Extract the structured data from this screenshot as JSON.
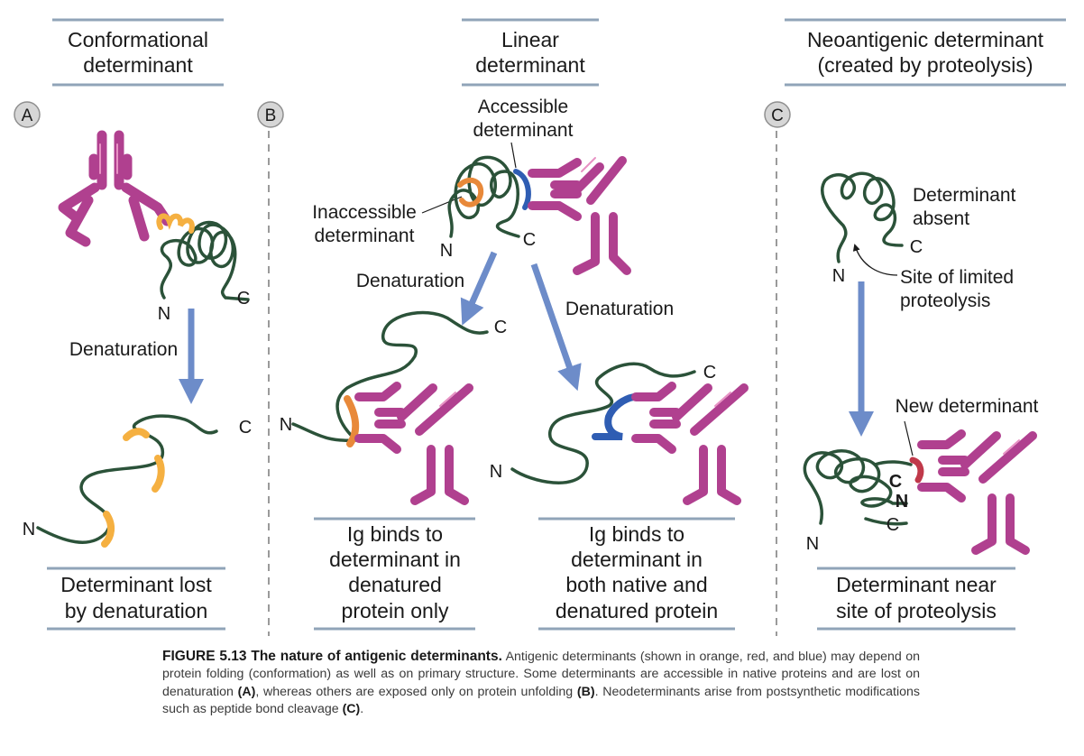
{
  "colors": {
    "antibody": "#b0408f",
    "antibody_highlight": "#e892c4",
    "protein_chain": "#2b5239",
    "determinant_orange": "#e8893a",
    "determinant_yellow": "#f5b041",
    "determinant_blue": "#2f5db3",
    "determinant_red": "#c0394a",
    "arrow": "#6d8cc9",
    "dashed_divider": "#9a9a9a",
    "box_rule": "#90a4b8"
  },
  "panels": {
    "a": {
      "badge": "A",
      "title_line1": "Conformational",
      "title_line2": "determinant",
      "arrow_label": "Denaturation",
      "native_n": "N",
      "native_c": "C",
      "denatured_n": "N",
      "denatured_c": "C",
      "result_line1": "Determinant lost",
      "result_line2": "by denaturation"
    },
    "b": {
      "badge": "B",
      "title_line1": "Linear",
      "title_line2": "determinant",
      "accessible_line1": "Accessible",
      "accessible_line2": "determinant",
      "inaccessible_line1": "Inaccessible",
      "inaccessible_line2": "determinant",
      "native_n": "N",
      "native_c": "C",
      "left_arrow_label": "Denaturation",
      "right_arrow_label": "Denaturation",
      "left_n": "N",
      "left_c": "C",
      "right_n": "N",
      "right_c": "C",
      "left_result_line1": "Ig binds to",
      "left_result_line2": "determinant in",
      "left_result_line3": "denatured",
      "left_result_line4": "protein only",
      "right_result_line1": "Ig binds to",
      "right_result_line2": "determinant in",
      "right_result_line3": "both native and",
      "right_result_line4": "denatured protein"
    },
    "c": {
      "badge": "C",
      "title_line1": "Neoantigenic determinant",
      "title_line2": "(created by proteolysis)",
      "absent_line1": "Determinant",
      "absent_line2": "absent",
      "native_n": "N",
      "native_c": "C",
      "site_line1": "Site of limited",
      "site_line2": "proteolysis",
      "new_det": "New determinant",
      "cut_c": "C",
      "cut_n": "N",
      "lower_c": "C",
      "lower_n": "N",
      "result_line1": "Determinant near",
      "result_line2": "site of proteolysis"
    }
  },
  "caption": {
    "lead": "FIGURE 5.13 The nature of antigenic determinants.",
    "t1": " Antigenic determinants (shown in orange, red, and blue) may depend on protein folding (conformation) as well as on primary structure. Some determinants are accessible in native proteins and are lost on denaturation ",
    "ref_a": "(A)",
    "t2": ", whereas others are exposed only on protein unfolding ",
    "ref_b": "(B)",
    "t3": ". Neodeterminants arise from postsynthetic modifications such as peptide bond cleavage ",
    "ref_c": "(C)",
    "t4": "."
  }
}
